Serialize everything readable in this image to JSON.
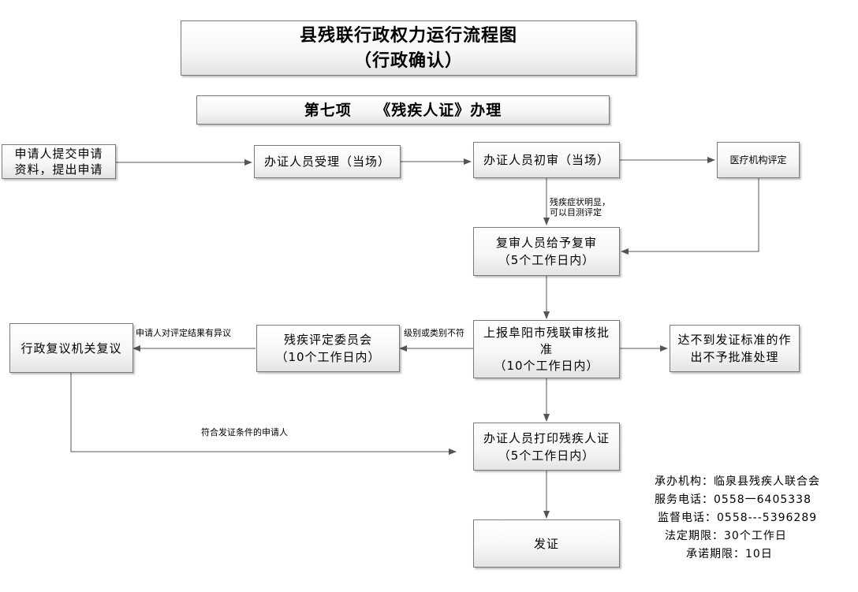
{
  "title": {
    "line1": "县残联行政权力运行流程图",
    "line2": "（行政确认）"
  },
  "subtitle": "第七项　　《残疾人证》办理",
  "nodes": {
    "apply": {
      "line1": "申请人提交申请",
      "line2": "资料，提出申请"
    },
    "accept": "办证人员受理（当场）",
    "initial_review": "办证人员初审（当场）",
    "medical": "医疗机构评定",
    "second_review": {
      "line1": "复审人员给予复审",
      "line2": "（5个工作日内）"
    },
    "report": {
      "line1": "上报阜阳市残联审核批",
      "line2": "准",
      "line3": "（10个工作日内）"
    },
    "reject": {
      "line1": "达不到发证标准的作",
      "line2": "出不予批准处理"
    },
    "committee": {
      "line1": "残疾评定委员会",
      "line2": "（10个工作日内）"
    },
    "admin_review": "行政复议机关复议",
    "print": {
      "line1": "办证人员打印残疾人证",
      "line2": "（5个工作日内）"
    },
    "issue": "发证"
  },
  "edge_labels": {
    "obvious": {
      "line1": "残疾症状明显，",
      "line2": "可以目测评定"
    },
    "mismatch": "级别或类别不符",
    "objection": "申请人对评定结果有异议",
    "eligible": "符合发证条件的申请人"
  },
  "info": {
    "org": "承办机构：临泉县残疾人联合会",
    "service_phone": "服务电话：0558一6405338",
    "supervise_phone": "监督电话：0558---5396289",
    "legal_limit": "法定期限：30个工作日",
    "promise_limit": "承诺期限：10日"
  }
}
